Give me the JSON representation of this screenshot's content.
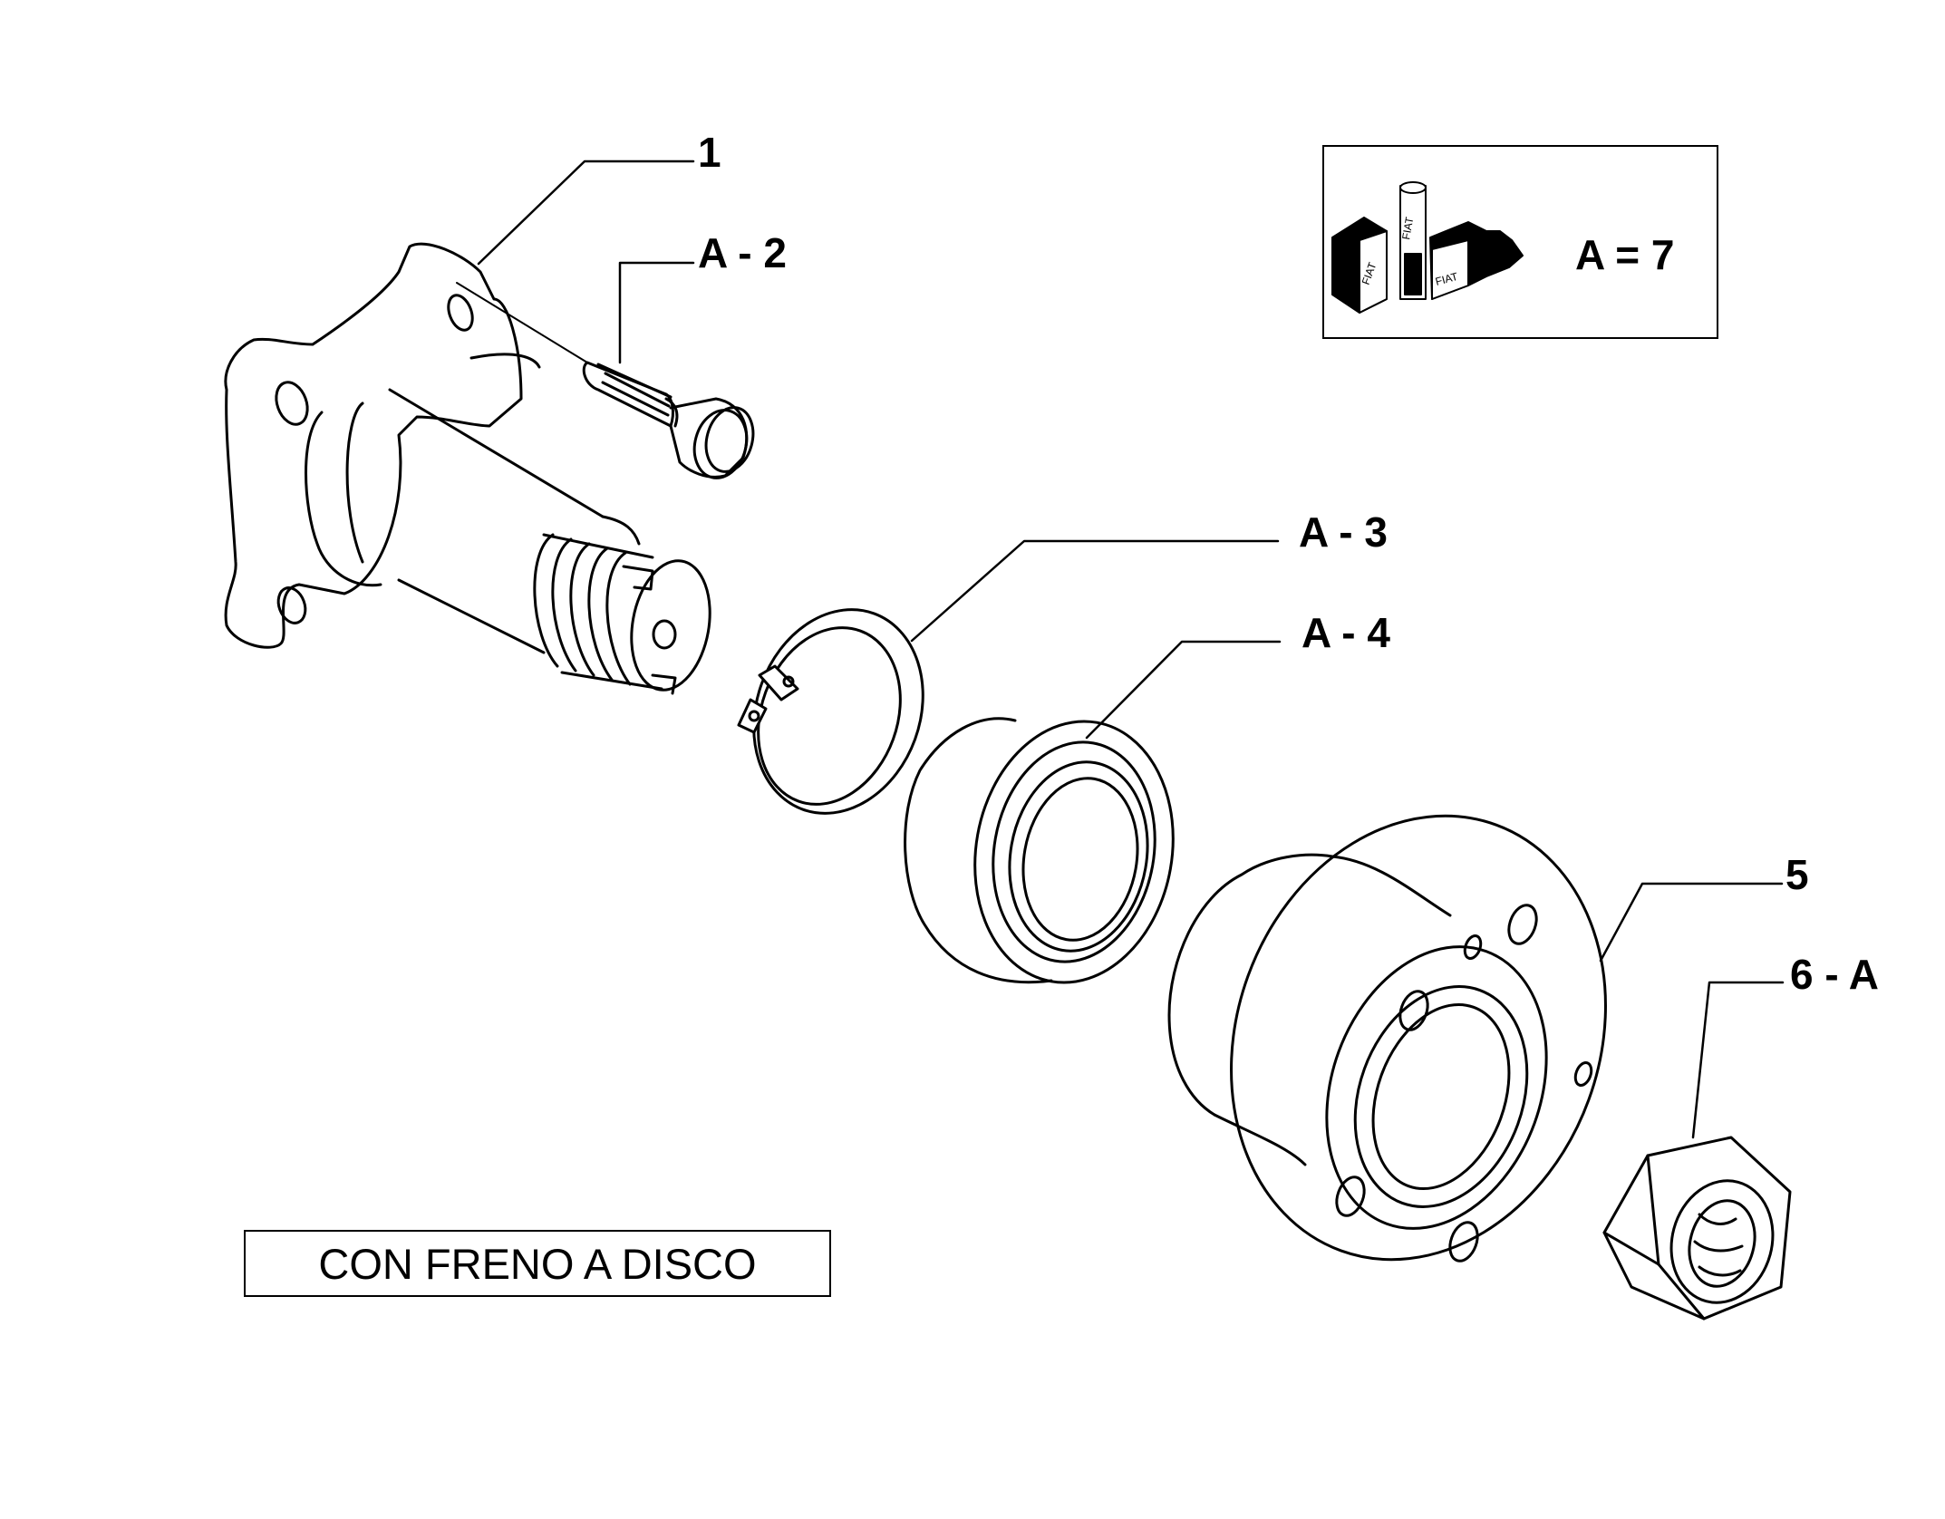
{
  "callouts": [
    {
      "id": "c1",
      "text": "1"
    },
    {
      "id": "c2",
      "text": "A - 2"
    },
    {
      "id": "c3",
      "text": "A - 3"
    },
    {
      "id": "c4",
      "text": "A - 4"
    },
    {
      "id": "c5",
      "text": "5"
    },
    {
      "id": "c6",
      "text": "6 - A"
    }
  ],
  "kit": {
    "label": "A = 7",
    "icon": "fiat-parts-kit-icon",
    "logo_text": "FIAT"
  },
  "note": {
    "text": "CON FRENO A DISCO"
  },
  "colors": {
    "line": "#000000",
    "background": "#ffffff"
  }
}
